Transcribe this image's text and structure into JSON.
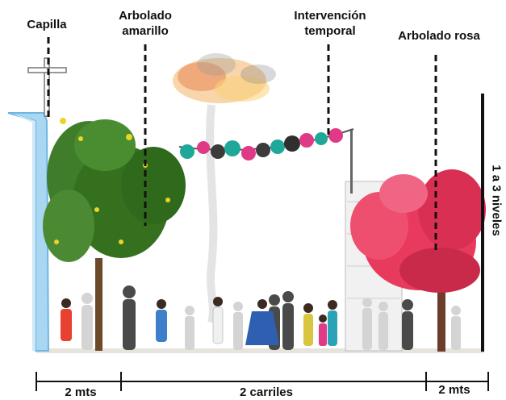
{
  "labels": {
    "capilla": "Capilla",
    "arbolado_amarillo_1": "Arbolado",
    "arbolado_amarillo_2": "amarillo",
    "intervencion_1": "Intervención",
    "intervencion_2": "temporal",
    "arbolado_rosa": "Arbolado rosa",
    "niveles": "1 a 3 niveles"
  },
  "dimensions": {
    "left": "2 mts",
    "center": "2 carriles",
    "right": "2 mts"
  },
  "colors": {
    "chapel_blue": "#9ed0ee",
    "tree_green": "#3f7d2a",
    "tree_pink": "#e83a5c",
    "garland_teal": "#1fa89a",
    "garland_pink": "#e03a86",
    "garland_dark": "#3b3b3b"
  }
}
